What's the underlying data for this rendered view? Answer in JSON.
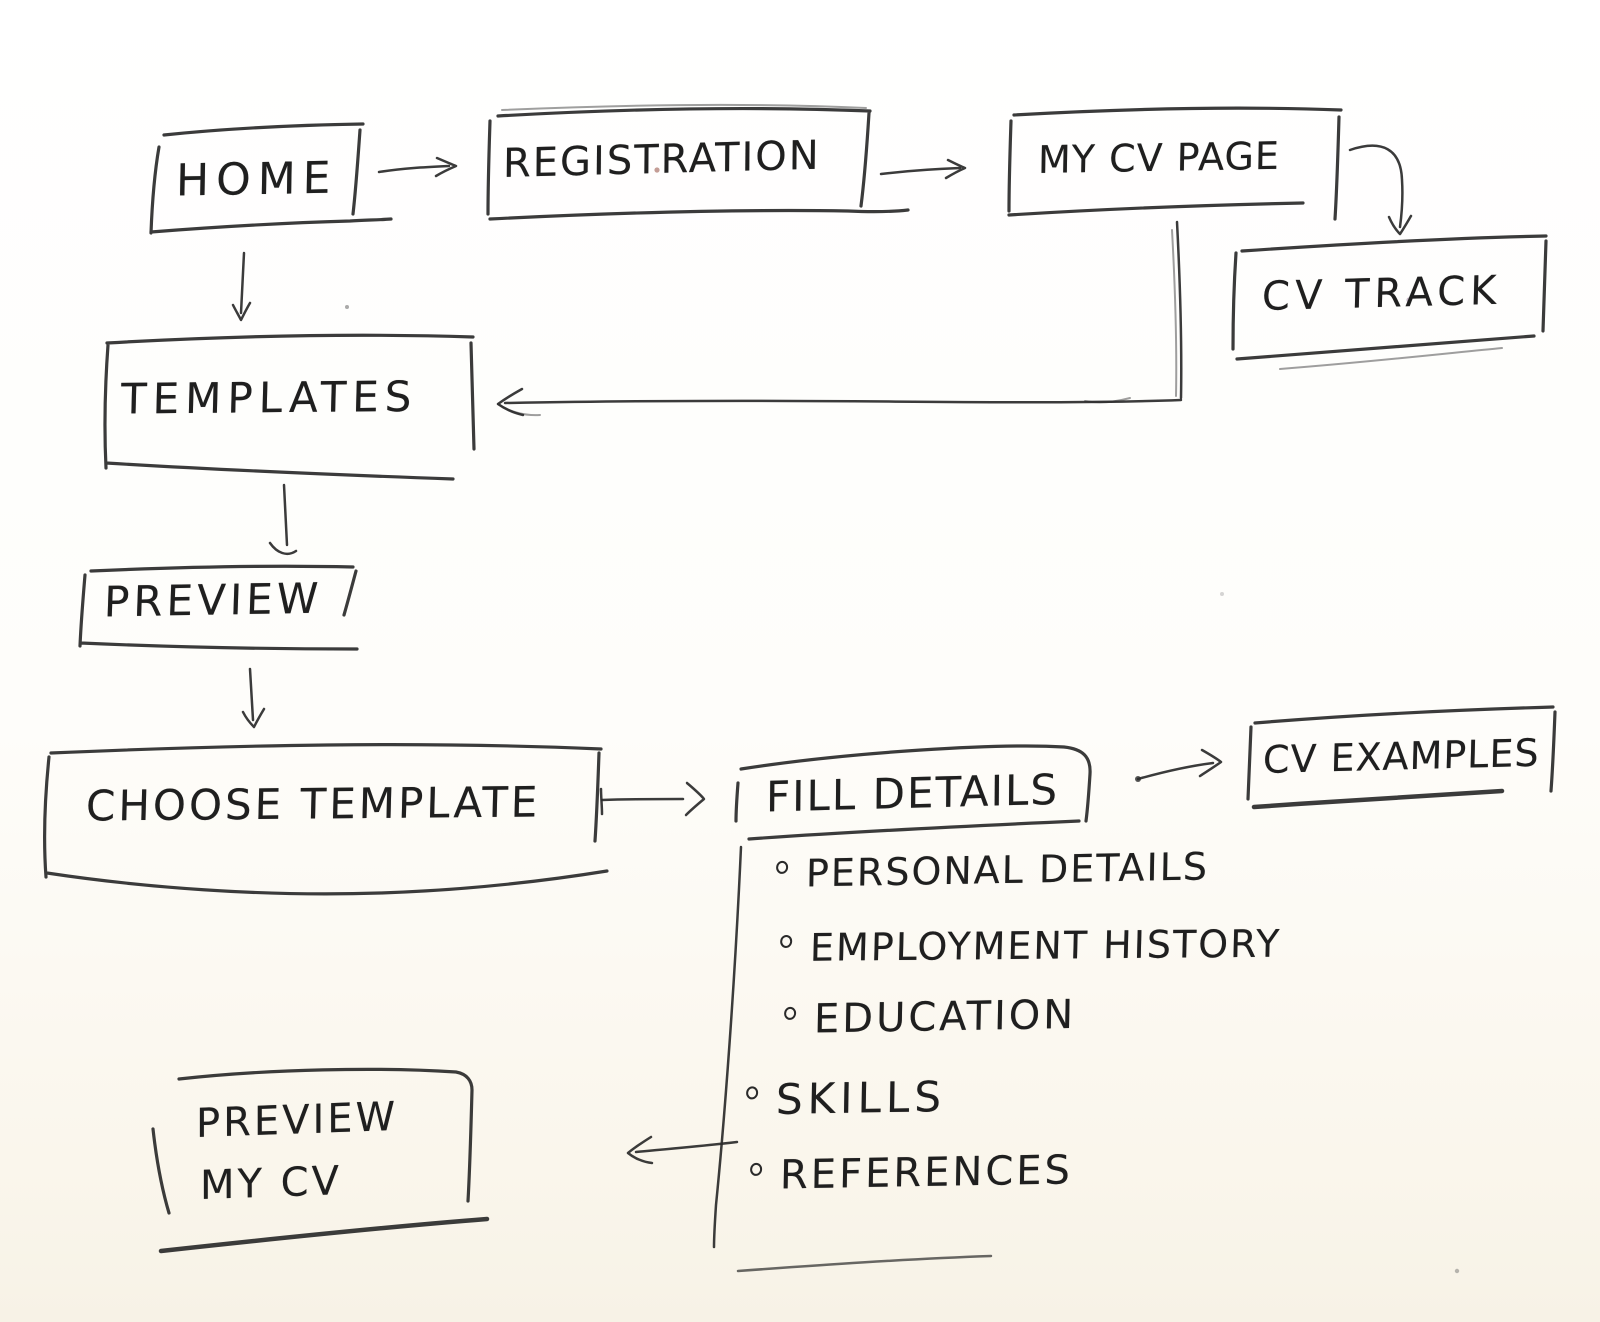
{
  "ink_color": "#2a2a2a",
  "paper_color": "#fdfcf7",
  "nodes": {
    "home": {
      "label": "HOME"
    },
    "registration": {
      "label": "REGISTRATION"
    },
    "my_cv_page": {
      "label": "MY CV PAGE"
    },
    "cv_track": {
      "label": "CV TRACK"
    },
    "templates": {
      "label": "TEMPLATES"
    },
    "preview": {
      "label": "PREVIEW"
    },
    "choose_template": {
      "label": "CHOOSE TEMPLATE"
    },
    "fill_details": {
      "label": "FILL DETAILS"
    },
    "cv_examples": {
      "label": "CV EXAMPLES"
    },
    "preview_my_cv": {
      "label_line1": "PREVIEW",
      "label_line2": "MY CV"
    }
  },
  "fill_details_list": {
    "items": [
      {
        "label": "PERSONAL DETAILS"
      },
      {
        "label": "EMPLOYMENT HISTORY"
      },
      {
        "label": "EDUCATION"
      },
      {
        "label": "SKILLS"
      },
      {
        "label": "REFERENCES"
      }
    ]
  },
  "flows": [
    "HOME -> REGISTRATION",
    "REGISTRATION -> MY CV PAGE",
    "MY CV PAGE -> CV TRACK",
    "MY CV PAGE -> TEMPLATES",
    "HOME -> TEMPLATES",
    "TEMPLATES -> PREVIEW",
    "PREVIEW -> CHOOSE TEMPLATE",
    "CHOOSE TEMPLATE -> FILL DETAILS",
    "FILL DETAILS -> CV EXAMPLES",
    "FILL DETAILS -> PREVIEW MY CV"
  ]
}
